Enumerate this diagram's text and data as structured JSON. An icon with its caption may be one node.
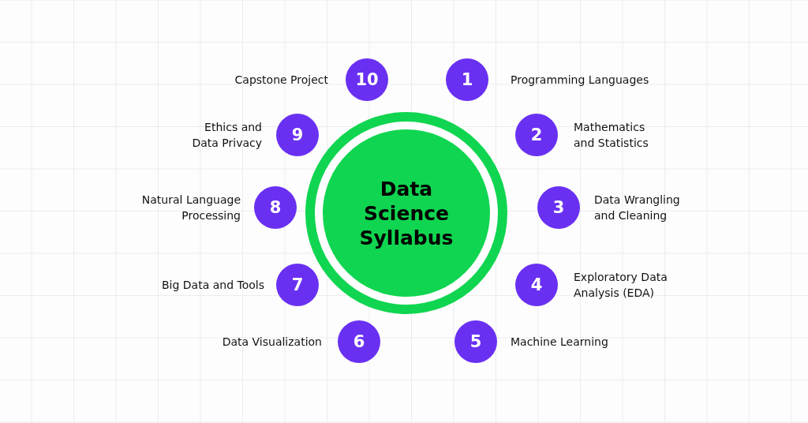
{
  "diagram": {
    "nodes": [
      {
        "text": [
          "Data Science Syllabus"
        ]
      },
      {
        "text": [
          "1"
        ],
        "beside": [
          "Programming Languages"
        ]
      },
      {
        "text": [
          "2"
        ],
        "beside": [
          "Mathematics and Statistics"
        ]
      },
      {
        "text": [
          "3"
        ],
        "beside": [
          "Data Wrangling and Cleaning"
        ]
      },
      {
        "text": [
          "4"
        ],
        "beside": [
          "Exploratory Data Analysis (EDA)"
        ]
      },
      {
        "text": [
          "5"
        ],
        "beside": [
          "Machine Learning"
        ]
      },
      {
        "text": [
          "6"
        ],
        "beside": [
          "Data Visualization"
        ]
      },
      {
        "text": [
          "7"
        ],
        "beside": [
          "Big Data and Tools"
        ]
      },
      {
        "text": [
          "8"
        ],
        "beside": [
          "Natural Language Processing"
        ]
      },
      {
        "text": [
          "9"
        ],
        "beside": [
          "Ethics and Data Privacy"
        ]
      },
      {
        "text": [
          "10"
        ],
        "beside": [
          "Capstone Project"
        ]
      }
    ],
    "edges": []
  }
}
